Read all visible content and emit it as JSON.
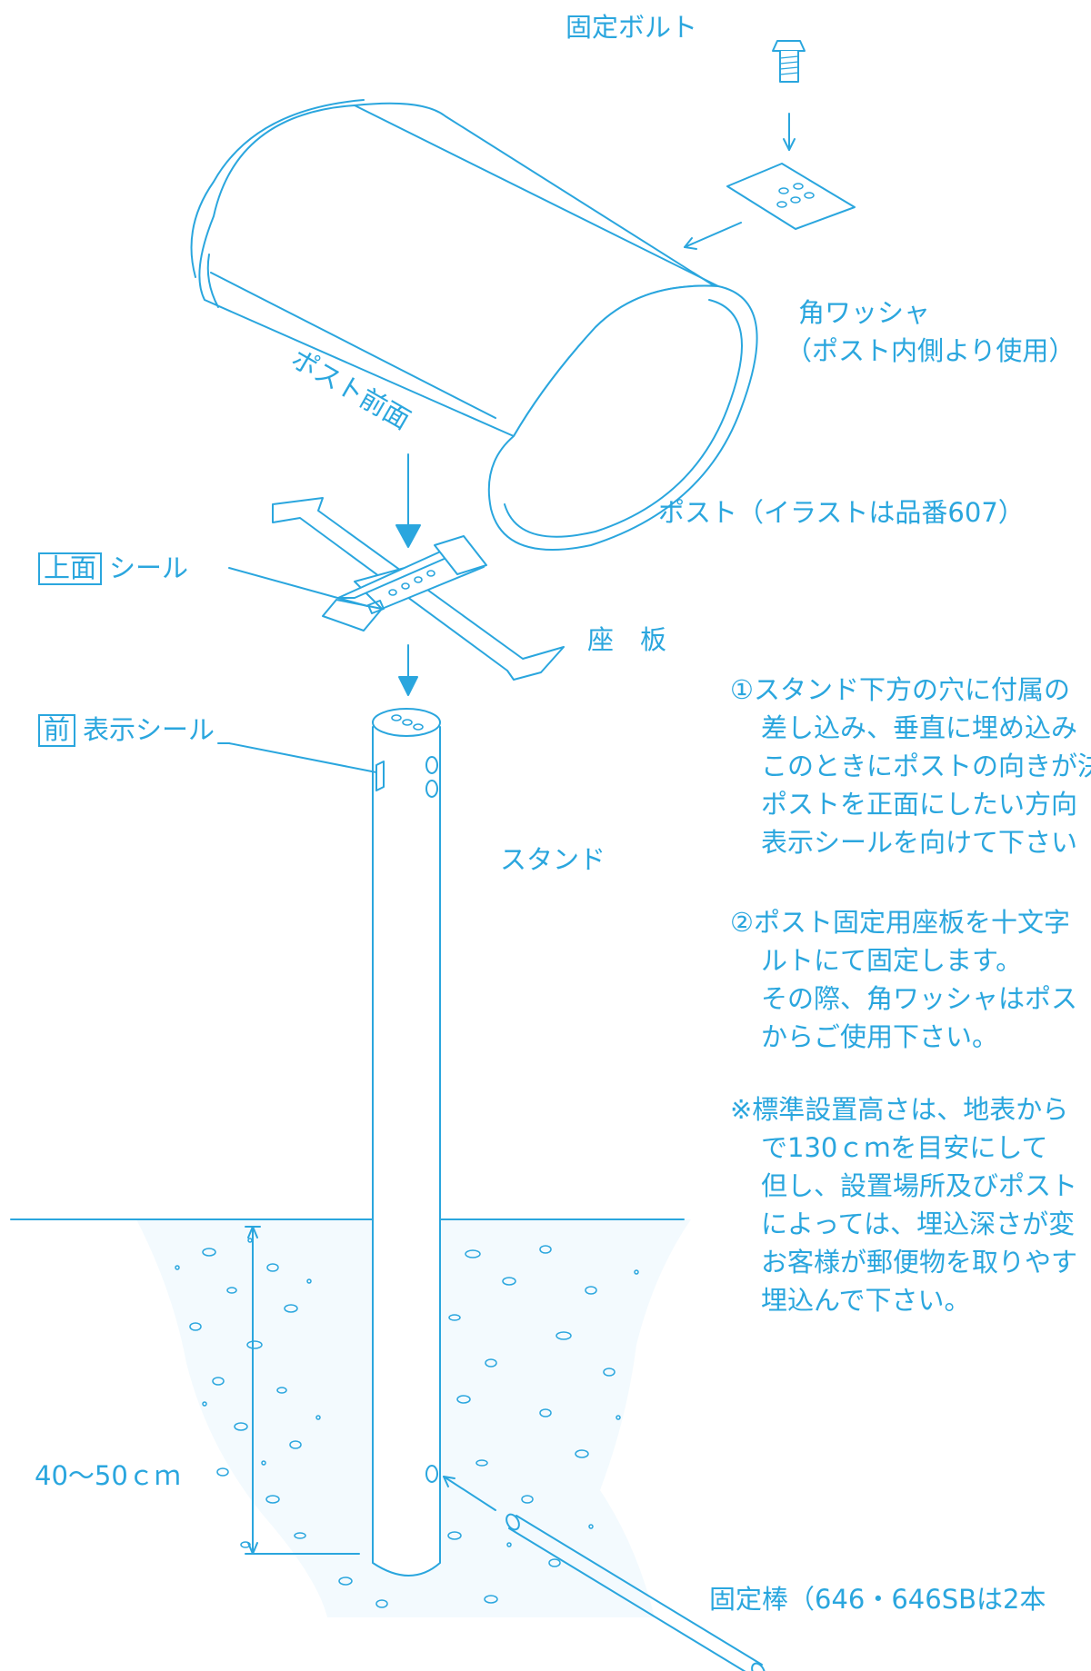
{
  "labels": {
    "fixing_bolt": "固定ボルト",
    "square_washer": "角ワッシャ",
    "square_washer_note": "（ポスト内側より使用）",
    "post_front": "ポスト前面",
    "post_caption": "ポスト（イラストは品番607）",
    "top_box": "上面",
    "seal": "シール",
    "base_plate": "座　板",
    "front_box": "前",
    "indicator_seal": "表示シール",
    "stand": "スタンド",
    "depth": "40〜50ｃｍ",
    "fixing_rod": "固定棒（646・646SBは2本"
  },
  "instructions": {
    "step1": [
      "①スタンド下方の穴に付属の",
      "差し込み、垂直に埋め込み",
      "このときにポストの向きが決",
      "ポストを正面にしたい方向",
      "表示シールを向けて下さい"
    ],
    "step2": [
      "②ポスト固定用座板を十文字",
      "ルトにて固定します。",
      "その際、角ワッシャはポス",
      "からご使用下さい。"
    ],
    "note": [
      "※標準設置高さは、地表から",
      "で130ｃｍを目安にして",
      "但し、設置場所及びポスト",
      "によっては、埋込深さが変",
      "お客様が郵便物を取りやす",
      "埋込んで下さい。"
    ]
  },
  "colors": {
    "line": "#2aa6de",
    "ground": "#f3fafe"
  }
}
